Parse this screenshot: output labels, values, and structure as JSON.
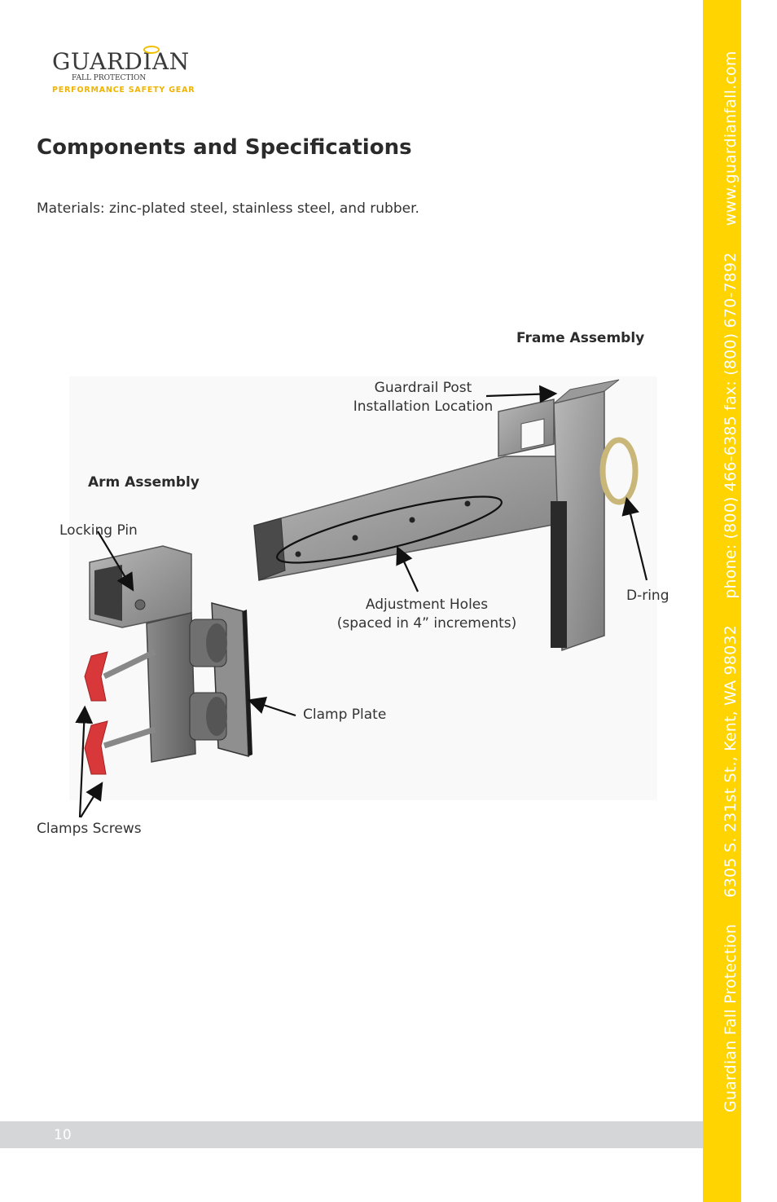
{
  "logo": {
    "name": "GUARDIAN",
    "subline": "FALL PROTECTION",
    "tagline": "PERFORMANCE SAFETY GEAR"
  },
  "page_title": "Components and Specifications",
  "materials_text": "Materials: zinc-plated steel, stainless steel, and rubber.",
  "labels": {
    "frame_assembly": "Frame Assembly",
    "arm_assembly": "Arm Assembly",
    "guardrail_post_line1": "Guardrail Post",
    "guardrail_post_line2": "Installation Location",
    "locking_pin": "Locking Pin",
    "adjustment_holes_line1": "Adjustment Holes",
    "adjustment_holes_line2": "(spaced in 4” increments)",
    "d_ring": "D-ring",
    "clamp_plate": "Clamp Plate",
    "clamps_screws": "Clamps Screws"
  },
  "sidebar": {
    "company": "Guardian Fall Protection",
    "address": "6305 S. 231st St., Kent, WA 98032",
    "phone_fax": "phone: (800) 466-6385  fax: (800) 670-7892",
    "website": "www.guardianfall.com"
  },
  "page_number": "10",
  "colors": {
    "sidebar_yellow": "#ffd400",
    "footer_gray": "#d5d6d8",
    "screw_red": "#d9383a"
  }
}
